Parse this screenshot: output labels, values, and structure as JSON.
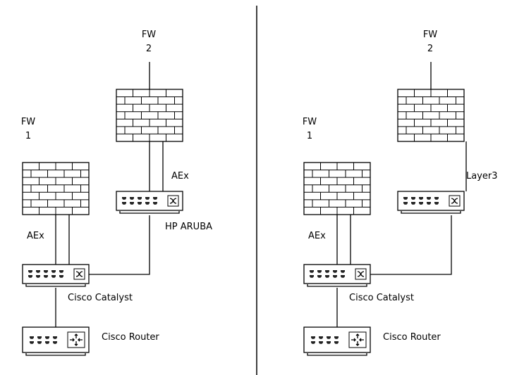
{
  "diagram": {
    "type": "network-topology",
    "colors": {
      "line": "#000000",
      "background": "#ffffff"
    },
    "panels": [
      {
        "name": "left",
        "nodes": {
          "fw2": {
            "label_line1": "FW",
            "label_line2": "2",
            "icon": "firewall-icon"
          },
          "fw1": {
            "label_line1": "FW",
            "label_line2": "1",
            "icon": "firewall-icon"
          },
          "mid_switch": {
            "label": "HP ARUBA",
            "icon": "switch-icon"
          },
          "catalyst": {
            "label": "Cisco Catalyst",
            "icon": "switch-icon"
          },
          "router": {
            "label": "Cisco Router",
            "icon": "router-icon"
          }
        },
        "link_labels": {
          "fw2_link": "AEx",
          "fw1_link": "AEx"
        }
      },
      {
        "name": "right",
        "nodes": {
          "fw2": {
            "label_line1": "FW",
            "label_line2": "2",
            "icon": "firewall-icon"
          },
          "fw1": {
            "label_line1": "FW",
            "label_line2": "1",
            "icon": "firewall-icon"
          },
          "mid_switch": {
            "label": "",
            "icon": "switch-icon"
          },
          "catalyst": {
            "label": "Cisco Catalyst",
            "icon": "switch-icon"
          },
          "router": {
            "label": "Cisco Router",
            "icon": "router-icon"
          }
        },
        "link_labels": {
          "fw2_link": "Layer3",
          "fw1_link": "AEx"
        }
      }
    ]
  }
}
